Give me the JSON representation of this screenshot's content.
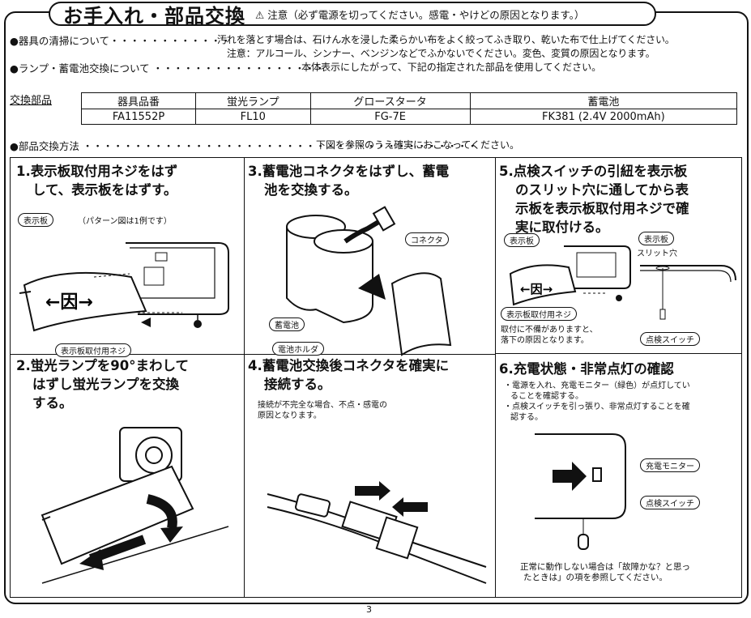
{
  "header": {
    "title": "お手入れ・部品交換",
    "warning_icon": "warning-triangle-icon",
    "warning_text": "注意（必ず電源を切ってください。感電・やけどの原因となります。）"
  },
  "cleaning": {
    "label": "●器具の清掃について・・・・・・・・・・・・",
    "text1": "汚れを落とす場合は、石けん水を浸した柔らかい布をよく絞ってふき取り、乾いた布で仕上げてください。",
    "text2": "注意：アルコール、シンナー、ベンジンなどでふかないでください。変色、変質の原因となります。"
  },
  "lamp_battery": {
    "label": "●ランプ・蓄電池交換について ・・・・・・・・・・・・・・・・・",
    "text": "本体表示にしたがって、下記の指定された部品を使用してください。"
  },
  "parts_table": {
    "label": "交換部品",
    "headers": [
      "器具品番",
      "蛍光ランプ",
      "グロースタータ",
      "蓄電池"
    ],
    "row": [
      "FA11552P",
      "FL10",
      "FG-7E",
      "FK381 (2.4V 2000mAh)"
    ]
  },
  "method": {
    "label": "●部品交換方法 ・・・・・・・・・・・・・・・・・・・・・・・・・・・・・・・・・・・・・・・",
    "text": "下図を参照のうえ確実におこなってください。"
  },
  "steps": {
    "s1": {
      "title1": "1.表示板取付用ネジをはず",
      "title2": "して、表示板をはずす。",
      "tag_panel": "表示板",
      "pattern_note": "（パターン図は1例です）",
      "tag_screw": "表示板取付用ネジ"
    },
    "s2": {
      "title1": "2.蛍光ランプを90°まわして",
      "title2": "はずし蛍光ランプを交換",
      "title3": "する。"
    },
    "s3": {
      "title1": "3.蓄電池コネクタをはずし、蓄電",
      "title2": "池を交換する。",
      "tag_connector": "コネクタ",
      "tag_battery": "蓄電池",
      "tag_holder": "電池ホルダ"
    },
    "s4": {
      "title1": "4.蓄電池交換後コネクタを確実に",
      "title2": "接続する。",
      "note1": "接続が不完全な場合、不点・感電の",
      "note2": "原因となります。"
    },
    "s5": {
      "title1": "5.点検スイッチの引紐を表示板",
      "title2": "のスリット穴に通してから表",
      "title3": "示板を表示板取付用ネジで確",
      "title4": "実に取付ける。",
      "tag_panel": "表示板",
      "tag_panel2": "表示板",
      "slit": "スリット穴",
      "tag_screw": "表示板取付用ネジ",
      "tag_switch": "点検スイッチ",
      "note1": "取付に不備がありますと、",
      "note2": "落下の原因となります。"
    },
    "s6": {
      "title": "6.充電状態・非常点灯の確認",
      "note1": "・電源を入れ、充電モニター（緑色）が点灯してい",
      "note2": "ることを確認する。",
      "note3": "・点検スイッチを引っ張り、非常点灯することを確",
      "note4": "認する。",
      "tag_monitor": "充電モニター",
      "tag_switch": "点検スイッチ",
      "footer1": "正常に動作しない場合は「故障かな？と思っ",
      "footer2": "たときは」の項を参照してください。"
    }
  },
  "page_number": "3"
}
